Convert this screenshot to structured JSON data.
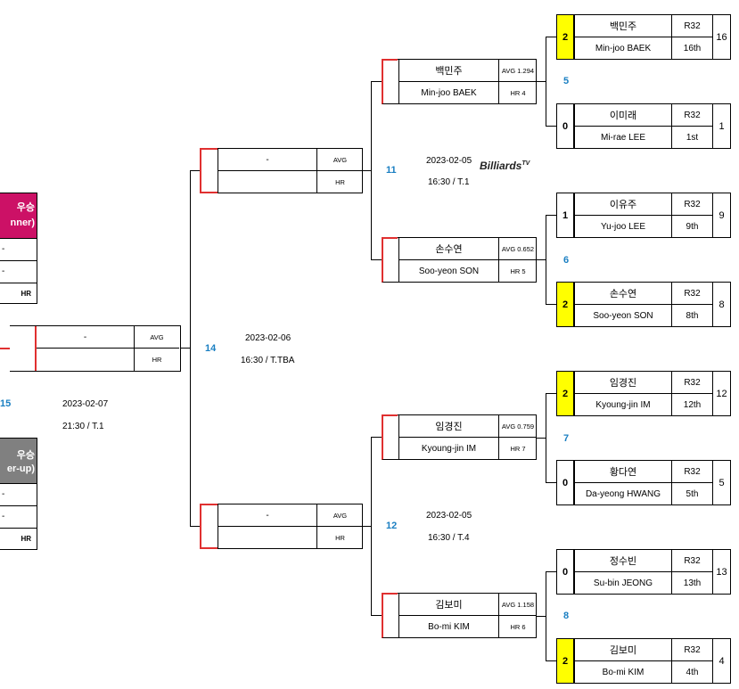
{
  "r32": [
    {
      "score": "2",
      "win": true,
      "kor": "백민주",
      "eng": "Min-joo BAEK",
      "round": "R32",
      "rank": "16th",
      "seed": "16"
    },
    {
      "score": "0",
      "win": false,
      "kor": "이미래",
      "eng": "Mi-rae LEE",
      "round": "R32",
      "rank": "1st",
      "seed": "1"
    },
    {
      "score": "1",
      "win": false,
      "kor": "이유주",
      "eng": "Yu-joo LEE",
      "round": "R32",
      "rank": "9th",
      "seed": "9"
    },
    {
      "score": "2",
      "win": true,
      "kor": "손수연",
      "eng": "Soo-yeon SON",
      "round": "R32",
      "rank": "8th",
      "seed": "8"
    },
    {
      "score": "2",
      "win": true,
      "kor": "임경진",
      "eng": "Kyoung-jin IM",
      "round": "R32",
      "rank": "12th",
      "seed": "12"
    },
    {
      "score": "0",
      "win": false,
      "kor": "황다연",
      "eng": "Da-yeong HWANG",
      "round": "R32",
      "rank": "5th",
      "seed": "5"
    },
    {
      "score": "0",
      "win": false,
      "kor": "정수빈",
      "eng": "Su-bin JEONG",
      "round": "R32",
      "rank": "13th",
      "seed": "13"
    },
    {
      "score": "2",
      "win": true,
      "kor": "김보미",
      "eng": "Bo-mi KIM",
      "round": "R32",
      "rank": "4th",
      "seed": "4"
    }
  ],
  "r16_match_numbers": [
    "5",
    "6",
    "7",
    "8"
  ],
  "qf": [
    {
      "kor": "백민주",
      "eng": "Min-joo BAEK",
      "avg": "AVG 1.294",
      "hr": "HR 4"
    },
    {
      "kor": "손수연",
      "eng": "Soo-yeon SON",
      "avg": "AVG 0.652",
      "hr": "HR 5"
    },
    {
      "kor": "임경진",
      "eng": "Kyoung-jin IM",
      "avg": "AVG 0.759",
      "hr": "HR 7"
    },
    {
      "kor": "김보미",
      "eng": "Bo-mi KIM",
      "avg": "AVG 1.158",
      "hr": "HR 6"
    }
  ],
  "qf_matches": [
    {
      "num": "11",
      "date": "2023-02-05",
      "time": "16:30 / T.1"
    },
    {
      "num": "12",
      "date": "2023-02-05",
      "time": "16:30 / T.4"
    }
  ],
  "broadcaster_logo": "Billiards",
  "broadcaster_logo_sup": "TV",
  "sf": [
    {
      "name": "-",
      "avg": "AVG",
      "hr": "HR"
    },
    {
      "name": "-",
      "avg": "AVG",
      "hr": "HR"
    }
  ],
  "sf_match": {
    "num": "14",
    "date": "2023-02-06",
    "time": "16:30 / T.TBA"
  },
  "final_player": {
    "name": "-",
    "avg": "AVG",
    "hr": "HR"
  },
  "final_match": {
    "num": "15",
    "date": "2023-02-07",
    "time": "21:30 / T.1"
  },
  "winner": {
    "title1": "우승",
    "title2": "nner)",
    "line1": "-",
    "line2": "-",
    "hr": "HR"
  },
  "runnerup": {
    "title1": "우승",
    "title2": "er-up)",
    "line1": "-",
    "line2": "-",
    "hr": "HR"
  },
  "colors": {
    "winner": "#cc1166",
    "runnerup": "#808080",
    "highlight": "#ffff00",
    "accent_red": "#e03030",
    "match_number": "#1a7fc2"
  }
}
